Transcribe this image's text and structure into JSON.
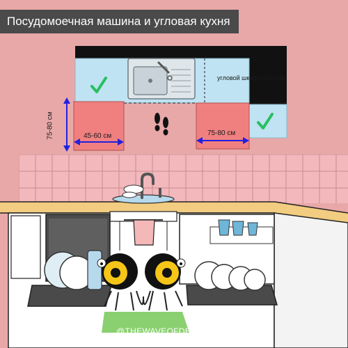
{
  "title": "Посудомоечная машина и угловая кухня",
  "labels": {
    "corner_cabinet": "угловой шкаф-карусель",
    "height_range": "75-80 см",
    "dishwasher_width": "45-60 см",
    "cabinet_width": "75-80 см"
  },
  "watermark": "@THEWAVEOFDECOR",
  "colors": {
    "wall": "#e8a8a8",
    "plan_counter": "#bfe3f2",
    "appliance_plan": "#f08080",
    "checkmark": "#28c060",
    "measure_arrow": "#2020e0",
    "backsplash": "#f2b8bc",
    "countertop": "#f2cc80",
    "cabinets": "#ffffff",
    "floor_mark": "#8ad070"
  },
  "icons": [
    "checkmark-icon",
    "footprints-icon",
    "faucet-icon"
  ]
}
